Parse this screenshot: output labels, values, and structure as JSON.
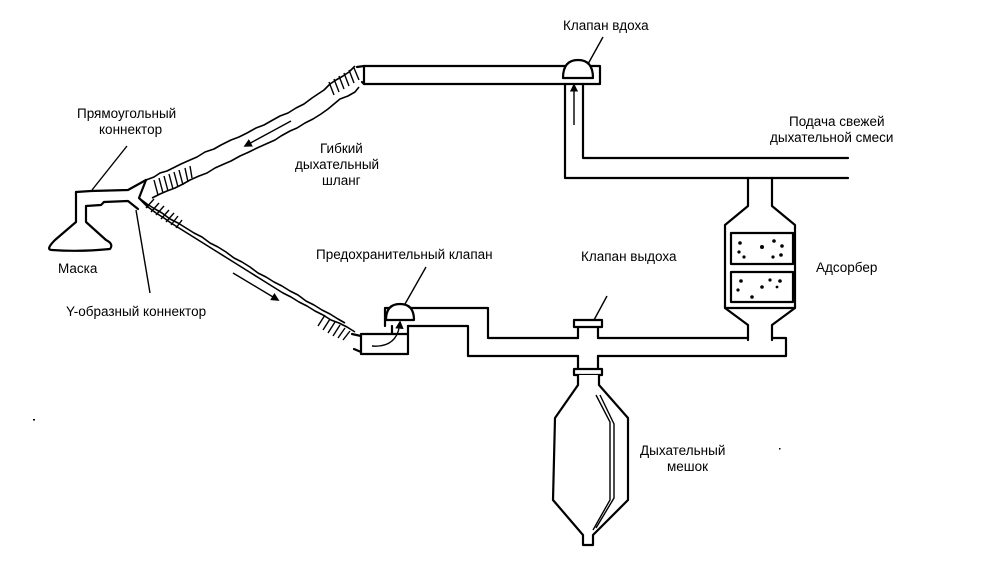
{
  "title": "Схема дыхательного контура",
  "colors": {
    "line": "#000000",
    "background": "#ffffff"
  },
  "labels": {
    "inhale_valve": "Клапан вдоха",
    "rect_connector": [
      "Прямоугольный",
      "коннектор"
    ],
    "flex_hose": [
      "Гибкий",
      "дыхательный",
      "шланг"
    ],
    "fresh_gas": [
      "Подача свежей",
      "дыхательной смеси"
    ],
    "mask": "Маска",
    "safety_valve": "Предохранительный клапан",
    "exhale_valve": "Клапан выдоха",
    "adsorber": "Адсорбер",
    "y_connector": "Y-образный коннектор",
    "breathing_bag": [
      "Дыхательный",
      "мешок"
    ]
  },
  "flow_arrows": [
    {
      "name": "inhale-flow",
      "direction": "up"
    },
    {
      "name": "hose-to-patient-flow",
      "direction": "down-left"
    },
    {
      "name": "hose-from-patient-flow",
      "direction": "down-right"
    },
    {
      "name": "safety-valve-flow",
      "direction": "up"
    }
  ]
}
